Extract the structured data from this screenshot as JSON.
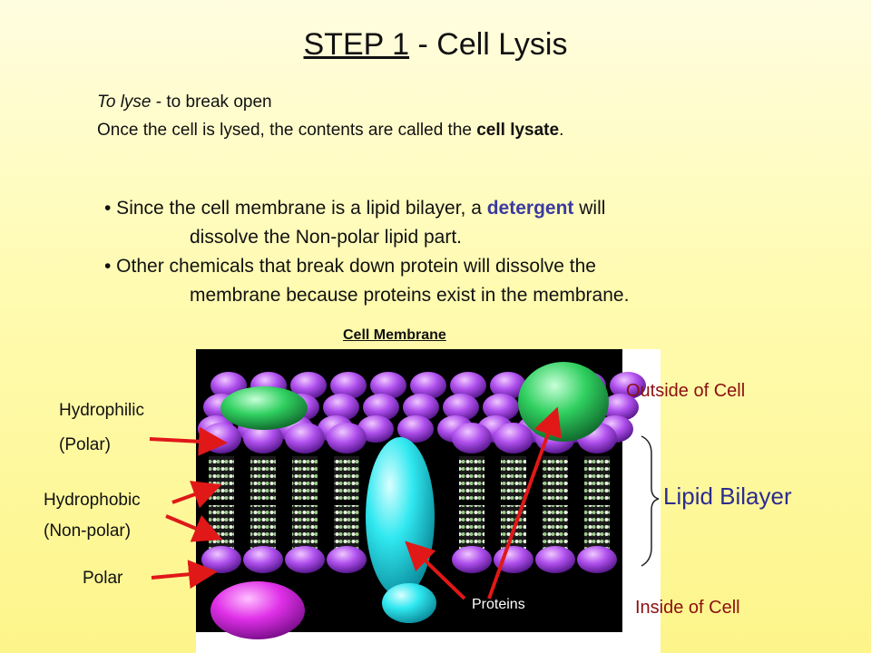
{
  "title": {
    "step": "STEP 1",
    "rest": " - Cell Lysis"
  },
  "definition": {
    "term": "To lyse",
    "term_def": "  - to break open",
    "line2_pre": "Once the cell is lysed, the contents are called the ",
    "line2_bold": "cell lysate",
    "line2_post": "."
  },
  "bullets": {
    "b1_pre": "• Since the cell membrane is a lipid bilayer, a ",
    "b1_bold": "detergent",
    "b1_post": " will",
    "b1_cont": "dissolve the  Non-polar lipid part.",
    "b2": "• Other chemicals that break down protein will dissolve the",
    "b2_cont": "membrane because proteins exist in the membrane."
  },
  "diagram": {
    "caption": "Cell Membrane",
    "hydrophilic": "Hydrophilic",
    "polar_paren": "(Polar)",
    "hydrophobic": "Hydrophobic",
    "nonpolar": "(Non-polar)",
    "polar": "Polar",
    "outside": "Outside of Cell",
    "inside": "Inside of Cell",
    "lipid_bilayer": "Lipid Bilayer",
    "proteins": "Proteins"
  },
  "colors": {
    "arrow": "#e01818",
    "head": "#b050ee",
    "protein_cyan": "#30e8f0",
    "protein_green": "#30d060",
    "protein_magenta": "#e030e8"
  }
}
